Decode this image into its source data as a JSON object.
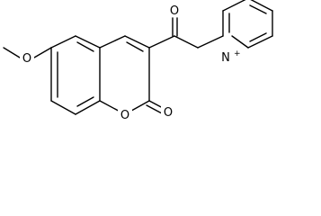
{
  "molecule": {
    "atoms": {
      "methoxy_oxygen": "O",
      "ring_oxygen": "O",
      "lactone_carbonyl_oxygen": "O",
      "ketone_oxygen": "O",
      "pyridinium_nitrogen": "N",
      "pyridinium_charge": "+"
    },
    "colors": {
      "bond": "#000000",
      "label": "#000000",
      "background": "#ffffff"
    }
  }
}
